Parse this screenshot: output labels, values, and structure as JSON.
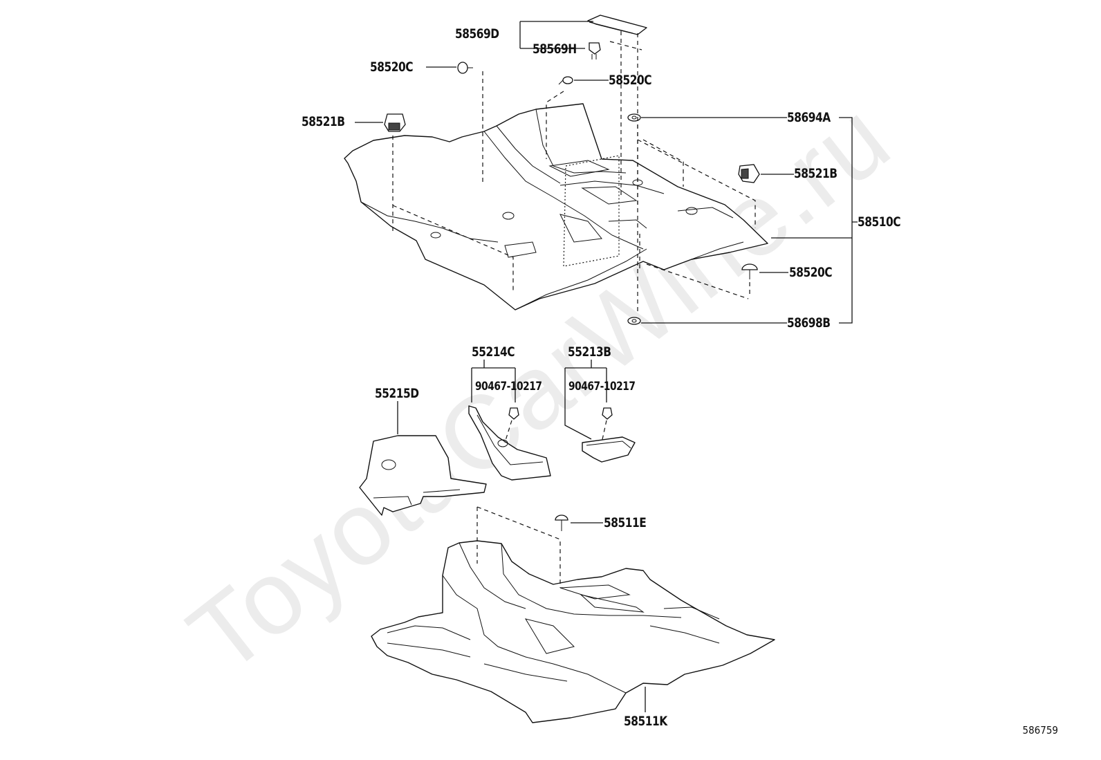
{
  "watermark": "ToyotaCarWine.ru",
  "figure_number": "586759",
  "labels": {
    "p58569D": "58569D",
    "p58569H": "58569H",
    "p58520C_a": "58520C",
    "p58520C_b": "58520C",
    "p58520C_c": "58520C",
    "p58521B_a": "58521B",
    "p58521B_b": "58521B",
    "p58694A": "58694A",
    "p58510C": "58510C",
    "p58698B": "58698B",
    "p55214C": "55214C",
    "p55213B": "55213B",
    "p90467_a": "90467-10217",
    "p90467_b": "90467-10217",
    "p55215D": "55215D",
    "p58511E": "58511E",
    "p58511K": "58511K"
  }
}
